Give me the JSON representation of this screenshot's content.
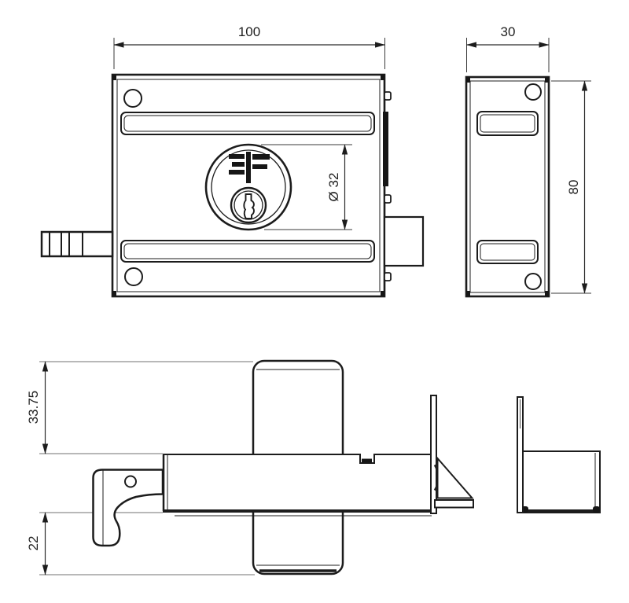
{
  "drawing": {
    "kind": "lock-technical-drawing",
    "dimensions": {
      "front_width": "100",
      "side_width": "30",
      "side_height": "80",
      "cylinder_diameter": "Ø 32",
      "knob_offset": "33.75",
      "case_depth": "22"
    },
    "colors": {
      "background": "#ffffff",
      "line": "#1c1c1c",
      "projection_line": "#8d8d8d",
      "dimension_line": "#2a2a2a"
    },
    "icons": {
      "brand_mark": "cylinder-brand-logo",
      "keyhole": "keyhole-icon"
    }
  }
}
